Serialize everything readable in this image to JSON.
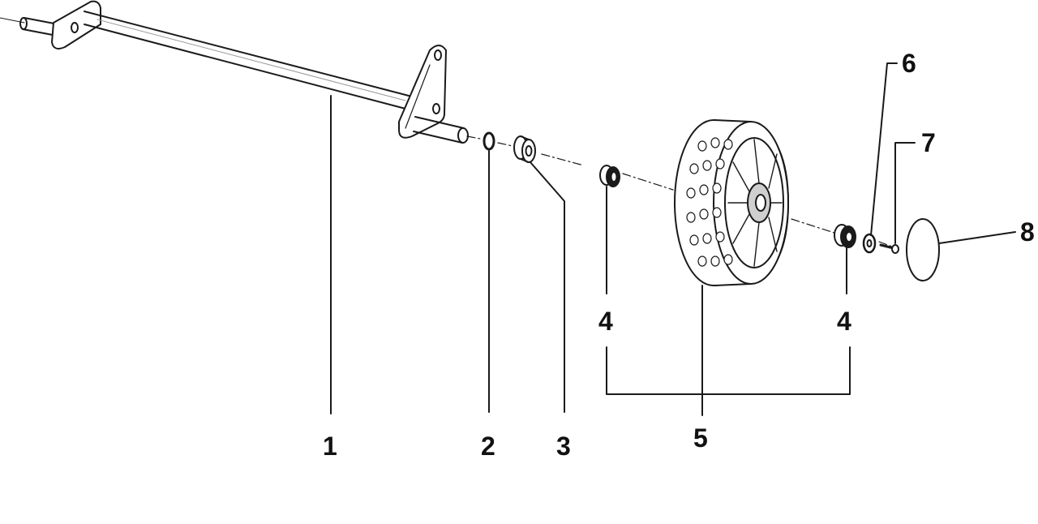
{
  "diagram": {
    "callouts": [
      "1",
      "2",
      "3",
      "4",
      "4",
      "5",
      "6",
      "7",
      "8"
    ],
    "colors": {
      "ink": "#1a1a1a",
      "paper": "#ffffff",
      "shade": "#cfcfcf"
    }
  }
}
